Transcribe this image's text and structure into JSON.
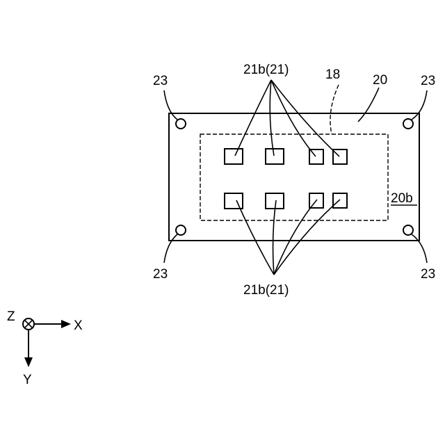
{
  "labels": {
    "pad_top": "21b(21)",
    "pad_bottom": "21b(21)",
    "region": "18",
    "board": "20",
    "surface": "20b",
    "hole_top_left": "23",
    "hole_top_right": "23",
    "hole_bottom_left": "23",
    "hole_bottom_right": "23"
  },
  "axes": {
    "z": "Z",
    "x": "X",
    "y": "Y"
  }
}
